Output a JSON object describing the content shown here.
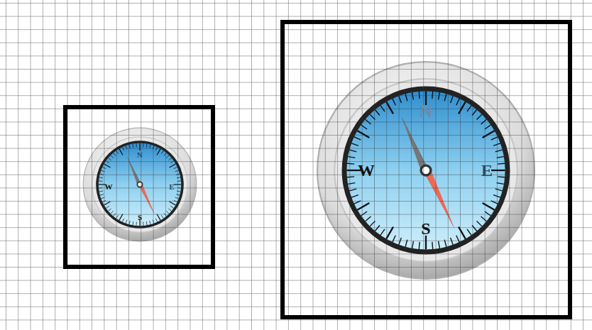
{
  "diagram": {
    "labels": [
      "N",
      "W",
      "E",
      "S",
      "N",
      "W",
      "E",
      "S"
    ]
  }
}
